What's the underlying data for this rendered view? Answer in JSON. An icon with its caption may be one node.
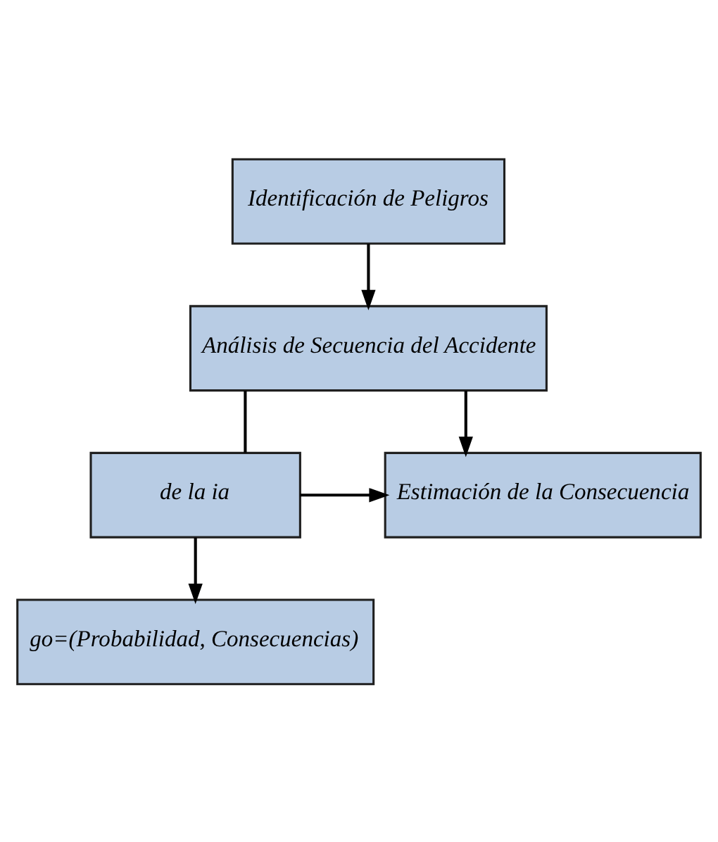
{
  "diagram": {
    "nodes": [
      {
        "text": [
          "Identificación de Peligros"
        ]
      },
      {
        "text": [
          "Análisis de Secuencia del Accidente"
        ]
      },
      {
        "text": [
          "de la ia"
        ]
      },
      {
        "text": [
          "Estimación de la Consecuencia"
        ]
      },
      {
        "text": [
          "go=(Probabilidad, Consecuencias)"
        ]
      }
    ],
    "edges": [
      {
        "from": 0,
        "to": 1,
        "arrow": "to"
      },
      {
        "from": 1,
        "to": 2,
        "arrow": "none"
      },
      {
        "from": 1,
        "to": 3,
        "arrow": "to"
      },
      {
        "from": 2,
        "to": 3,
        "arrow": "to"
      },
      {
        "from": 2,
        "to": 4,
        "arrow": "to"
      }
    ]
  }
}
